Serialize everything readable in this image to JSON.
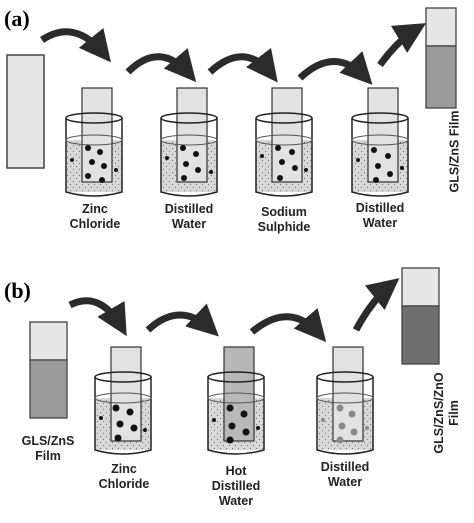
{
  "panel_a": {
    "label": "(a)",
    "start_slide": "plain glass slide",
    "beakers": [
      {
        "label_line1": "Zinc",
        "label_line2": "Chloride",
        "solution": "dark-dots"
      },
      {
        "label_line1": "Distilled",
        "label_line2": "Water",
        "solution": "dark-dots"
      },
      {
        "label_line1": "Sodium",
        "label_line2": "Sulphide",
        "solution": "dark-dots"
      },
      {
        "label_line1": "Distilled",
        "label_line2": "Water",
        "solution": "dark-dots"
      }
    ],
    "product_label": "GLS/ZnS  Film"
  },
  "panel_b": {
    "label": "(b)",
    "start_label_line1": "GLS/ZnS",
    "start_label_line2": "Film",
    "beakers": [
      {
        "label_line1": "Zinc",
        "label_line2": "Chloride"
      },
      {
        "label_line1": "Hot",
        "label_line2": "Distilled",
        "label_line3": "Water"
      },
      {
        "label_line1": "Distilled",
        "label_line2": "Water"
      }
    ],
    "product_label_line1": "GLS/ZnS/ZnO",
    "product_label_line2": "Film"
  },
  "colors": {
    "arrow": "#2b2b2b",
    "liquid": "#c9c9c9",
    "slide_light": "#e6e6e6",
    "slide_mid": "#9a9a9a",
    "slide_dark": "#6e6e6e",
    "dot": "#111111",
    "outline": "#222222"
  }
}
